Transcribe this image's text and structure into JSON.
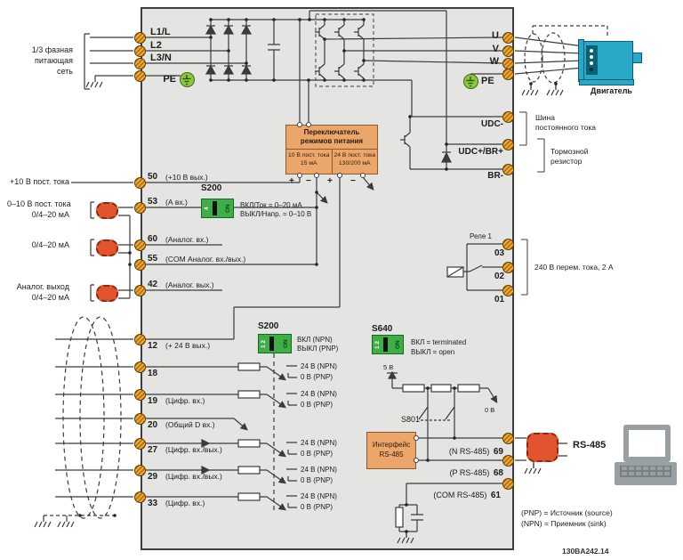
{
  "doc_number": "130BA242.14",
  "mains": {
    "label_lines": [
      "1/3 фазная",
      "питающая",
      "сеть"
    ],
    "l1": "L1/L",
    "l2": "L2",
    "l3": "L3/N",
    "pe": "PE"
  },
  "output": {
    "u": "U",
    "v": "V",
    "w": "W",
    "pe": "PE",
    "motor": "Двигатель"
  },
  "dc": {
    "udc_minus": "UDC-",
    "udc_plus": "UDC+/BR+",
    "br_minus": "BR-",
    "bus_lines": [
      "Шина",
      "постоянного тока"
    ],
    "brake_lines": [
      "Тормозной",
      "резистор"
    ]
  },
  "power_switch": {
    "title1": "Переключатель",
    "title2": "режимов питания",
    "cell1_line1": "10 В пост. тока",
    "cell1_line2": "15 мА",
    "cell2_line1": "24 В пост. тока",
    "cell2_line2": "130/200 мА",
    "plus": "+",
    "minus": "−"
  },
  "relay": {
    "name": "Реле 1",
    "t03": "03",
    "t02": "02",
    "t01": "01",
    "rating": "240 В перем. тока, 2 А"
  },
  "analog": {
    "ext_50": "+10 В пост. тока",
    "ext_53_1": "0–10 В пост. тока",
    "ext_53_2": "0/4–20 мА",
    "ext_60": "0/4–20 мА",
    "ext_42_1": "Аналог. выход",
    "ext_42_2": "0/4–20 мА",
    "t50": "50",
    "t50_desc": "(+10 В вых.)",
    "t53": "53",
    "t53_desc": "(А вх.)",
    "t60": "60",
    "t60_desc": "(Аналог. вх.)",
    "t55": "55",
    "t55_desc": "(COM Аналог. вх./вых.)",
    "t42": "42",
    "t42_desc": "(Аналог. вых.)",
    "s200": {
      "name": "S200",
      "digits": "4",
      "on": "ON",
      "line1": "ВКЛ/Ток = 0–20 мА",
      "line2": "ВЫКЛ/Напр. = 0–10 В"
    }
  },
  "digital": {
    "t12": "12",
    "t12_desc": "(+ 24 В вых.)",
    "t18": "18",
    "t19": "19",
    "t19_desc": "(Цифр. вх.)",
    "t20": "20",
    "t20_desc": "(Общий D вх.)",
    "t27": "27",
    "t27_desc": "(Цифр. вх./вых.)",
    "t29": "29",
    "t29_desc": "(Цифр. вх./вых.)",
    "t33": "33",
    "t33_desc": "(Цифр. вх.)",
    "s200": {
      "name": "S200",
      "digits": "1 2",
      "on": "ON",
      "line1": "ВКЛ (NPN)",
      "line2": "ВЫКЛ (PNP)"
    },
    "npn": "24 В (NPN)",
    "pnp": "0 В (PNP)"
  },
  "comm": {
    "s640": {
      "name": "S640",
      "digits": "1 2",
      "on": "ON",
      "line1": "ВКЛ = terminated",
      "line2": "ВЫКЛ = open"
    },
    "s801": "S801",
    "v5": "5 В",
    "v0": "0 В",
    "iface1": "Интерфейс",
    "iface2": "RS-485",
    "t69_prefix": "(N RS-485)",
    "t69": "69",
    "t68_prefix": "(P RS-485)",
    "t68": "68",
    "t61_prefix": "(COM RS-485)",
    "t61": "61",
    "rs485": "RS-485"
  },
  "notes": {
    "pnp": "(PNP) = Источник (source)",
    "npn": "(NPN) = Приемник (sink)"
  },
  "colors": {
    "terminal_orange": "#F2A72E",
    "dip_green": "#3FAE49",
    "box_orange": "#EBA76B",
    "coil_orange": "#E25330",
    "motor_teal": "#2AA8C8",
    "pe_green": "#8CC63F",
    "enclosure_gray": "#E4E4E2"
  }
}
